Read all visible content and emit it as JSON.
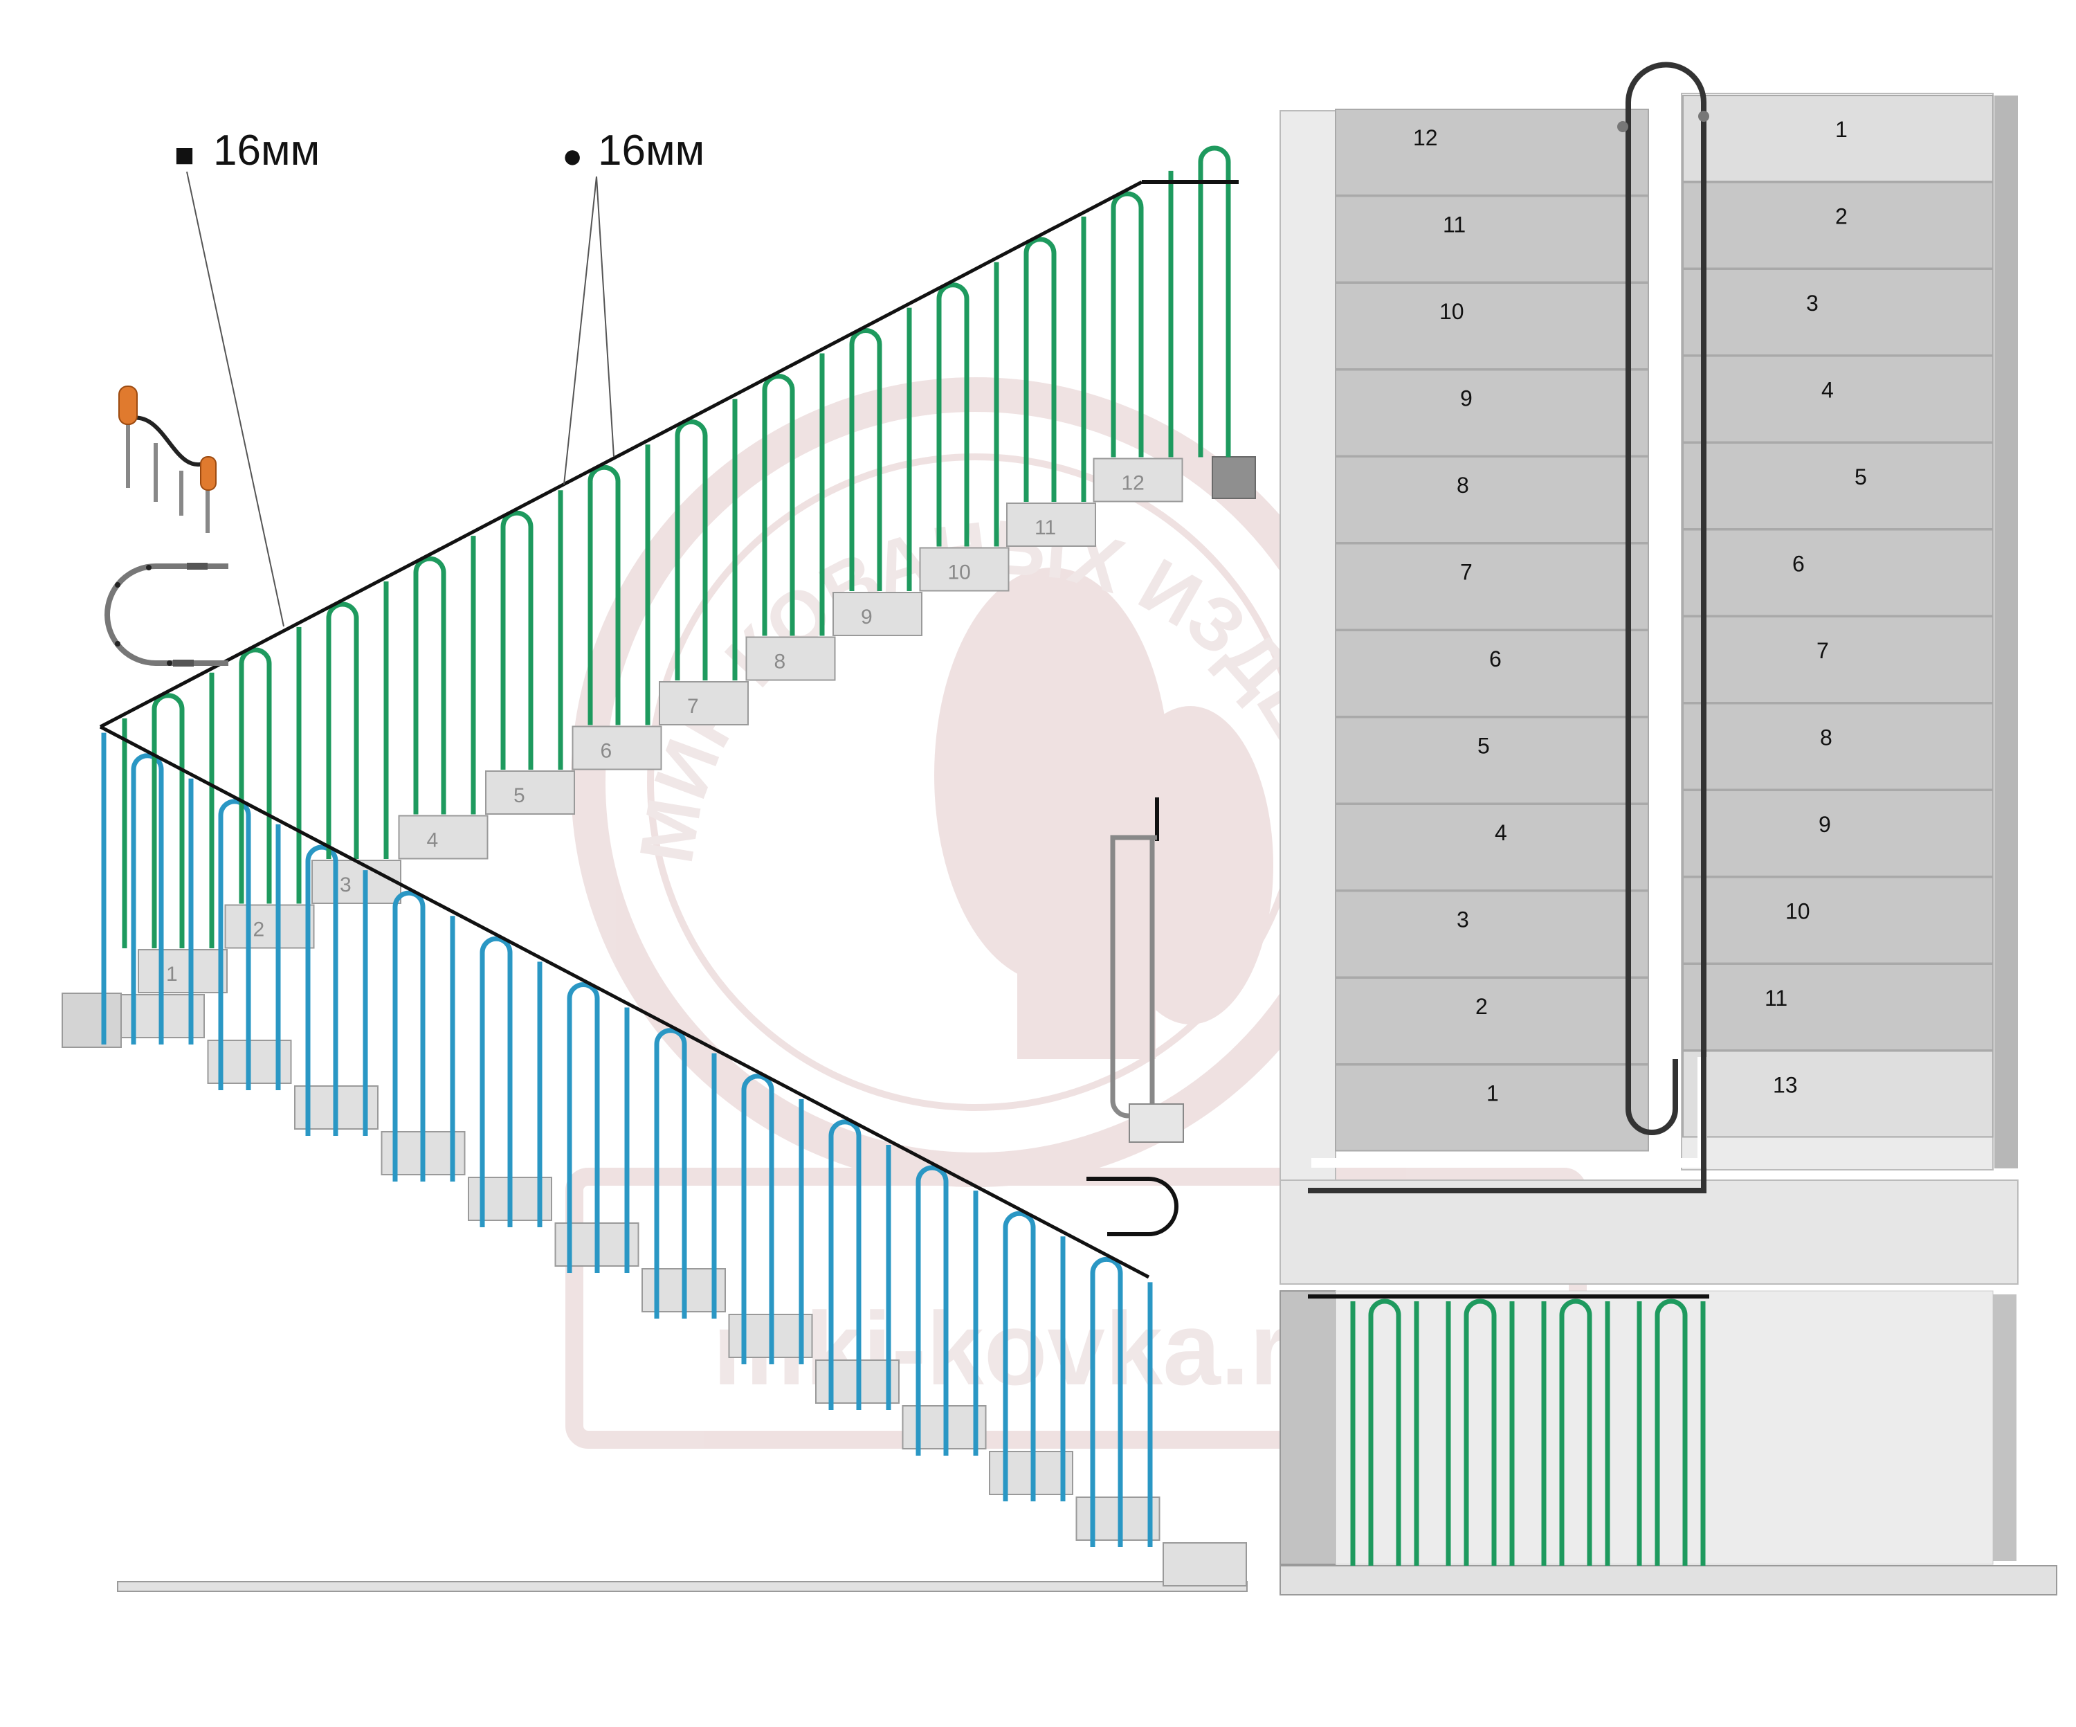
{
  "labels": {
    "square_bar": "16мм",
    "round_bar": "16мм",
    "square_symbol": "■",
    "round_symbol": "●"
  },
  "upper_flight_steps": [
    "1",
    "2",
    "3",
    "4",
    "5",
    "6",
    "7",
    "8",
    "9",
    "10",
    "11",
    "12"
  ],
  "plan_left_steps": [
    "12",
    "11",
    "10",
    "9",
    "8",
    "7",
    "6",
    "5",
    "4",
    "3",
    "2",
    "1"
  ],
  "plan_right_steps": [
    "1",
    "2",
    "3",
    "4",
    "5",
    "6",
    "7",
    "8",
    "9",
    "10",
    "11",
    "13"
  ],
  "watermark": {
    "arc_text": "МИР КОВАНЫХ ИЗДЕЛИЙ",
    "url": "mki-kovka.ru"
  },
  "colors": {
    "green_baluster": "#1e9a5e",
    "blue_baluster": "#2a97c4",
    "handrail": "#111111",
    "step_fill": "#e0e0e0",
    "step_stroke": "#9a9a9a",
    "plan_step": "#c7c7c7",
    "plan_wall": "#ebebeb",
    "watermark": "#b08080",
    "end_cap": "#e07a2e"
  }
}
